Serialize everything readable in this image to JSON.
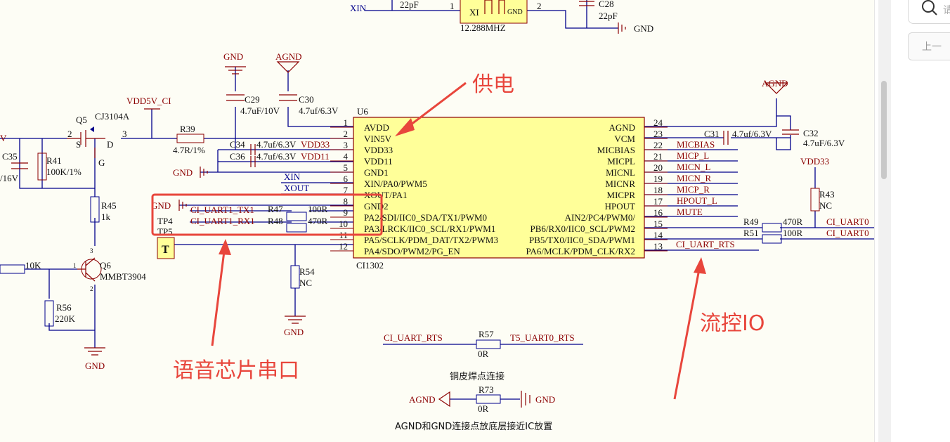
{
  "annotations": {
    "power": "供电",
    "uart": "语音芯片串口",
    "flow": "流控IO"
  },
  "chip": {
    "ref": "U6",
    "part": "CI1302",
    "left_pins": [
      {
        "num": "1",
        "name": "AVDD"
      },
      {
        "num": "2",
        "name": "VIN5V"
      },
      {
        "num": "3",
        "name": "VDD33"
      },
      {
        "num": "4",
        "name": "VDD11"
      },
      {
        "num": "5",
        "name": "GND1"
      },
      {
        "num": "6",
        "name": "XIN/PA0/PWM5"
      },
      {
        "num": "7",
        "name": "XOUT/PA1"
      },
      {
        "num": "8",
        "name": "GND2"
      },
      {
        "num": "9",
        "name": "PA2/SDI/IIC0_SDA/TX1/PWM0"
      },
      {
        "num": "10",
        "name": "PA3/LRCK/IIC0_SCL/RX1/PWM1"
      },
      {
        "num": "11",
        "name": "PA5/SCLK/PDM_DAT/TX2/PWM3"
      },
      {
        "num": "12",
        "name": "PA4/SDO/PWM2/PG_EN"
      }
    ],
    "right_pins": [
      {
        "num": "24",
        "name": "AGND"
      },
      {
        "num": "23",
        "name": "VCM"
      },
      {
        "num": "22",
        "name": "MICBIAS"
      },
      {
        "num": "21",
        "name": "MICPL"
      },
      {
        "num": "20",
        "name": "MICNL"
      },
      {
        "num": "19",
        "name": "MICNR"
      },
      {
        "num": "18",
        "name": "MICPR"
      },
      {
        "num": "17",
        "name": "HPOUT"
      },
      {
        "num": "16",
        "name": "AIN2/PC4/PWM0/"
      },
      {
        "num": "15",
        "name": "PB6/RX0/IIC0_SCL/PWM2"
      },
      {
        "num": "14",
        "name": "PB5/TX0/IIC0_SDA/PWM1"
      },
      {
        "num": "13",
        "name": "PA6/MCLK/PDM_CLK/RX2"
      }
    ]
  },
  "right_nets": [
    "MICBIAS",
    "MICP_L",
    "MICN_L",
    "MICN_R",
    "MICP_R",
    "HPOUT_L",
    "MUTE"
  ],
  "crystal": {
    "freq": "12.288MHZ",
    "xi": "XI",
    "gnd": "GND",
    "pin1": "1",
    "pin2": "2",
    "xin": "XIN",
    "c_left": "22pF",
    "c28": "C28",
    "c28v": "22pF",
    "gnd_label": "GND"
  },
  "power": {
    "gnd": "GND",
    "agnd": "AGND",
    "vdd5v": "VDD5V_CI",
    "c29": "C29",
    "c29v": "4.7uF/10V",
    "c30": "C30",
    "c30v": "4.7uf/6.3V",
    "c34": "C34",
    "c34v": "4.7uf/6.3V",
    "c36": "C36",
    "c36v": "4.7uf/6.3V",
    "vdd33": "VDD33",
    "vdd11": "VDD11",
    "r39": "R39",
    "r39v": "4.7R/1%",
    "q5": "Q5",
    "q5p": "CJ3104A",
    "q5s": "S",
    "q5d": "D",
    "q5g": "G",
    "n2": "2",
    "n3": "3",
    "c35": "C35",
    "c35v": "/16V",
    "r41": "R41",
    "r41v": "100K/1%",
    "vleft": "V",
    "r45": "R45",
    "r45v": "1k",
    "q6": "Q6",
    "q6p": "MMBT3904",
    "r10k": "10K",
    "r56": "R56",
    "r56v": "220K",
    "gnd_b": "GND",
    "q6n1": "1",
    "q6n2": "2",
    "q6n3": "3"
  },
  "uart": {
    "gnd": "GND",
    "tx": "CI_UART1_TX1",
    "rx": "CI_UART1_RX1",
    "r47": "R47",
    "r47v": "100R",
    "r48": "R48",
    "r48v": "470R",
    "tp4": "TP4",
    "tp5": "TP5",
    "tpT": "T",
    "xin": "XIN",
    "xout": "XOUT",
    "r54": "R54",
    "r54v": "NC",
    "gnd2": "GND"
  },
  "right": {
    "agnd": "AGND",
    "c31": "C31",
    "c31v": "4.7uf/6.3V",
    "c32": "C32",
    "c32v": "4.7uF/6.3V",
    "vdd33": "VDD33",
    "r43": "R43",
    "r43v": "NC",
    "r49": "R49",
    "r49v": "470R",
    "r51": "R51",
    "r51v": "100R",
    "uart0a": "CI_UART0",
    "uart0b": "CI_UART0",
    "rts": "CI_UART_RTS"
  },
  "bottom": {
    "rts": "CI_UART_RTS",
    "r57": "R57",
    "r57v": "0R",
    "t5": "T5_UART0_RTS",
    "copper": "铜皮焊点连接",
    "r73": "R73",
    "r73v": "0R",
    "agnd": "AGND",
    "gnd": "GND",
    "note": "AGND和GND连接点放底层接近IC放置"
  },
  "sidebar": {
    "search_placeholder": "请",
    "prev_label": "上一"
  }
}
